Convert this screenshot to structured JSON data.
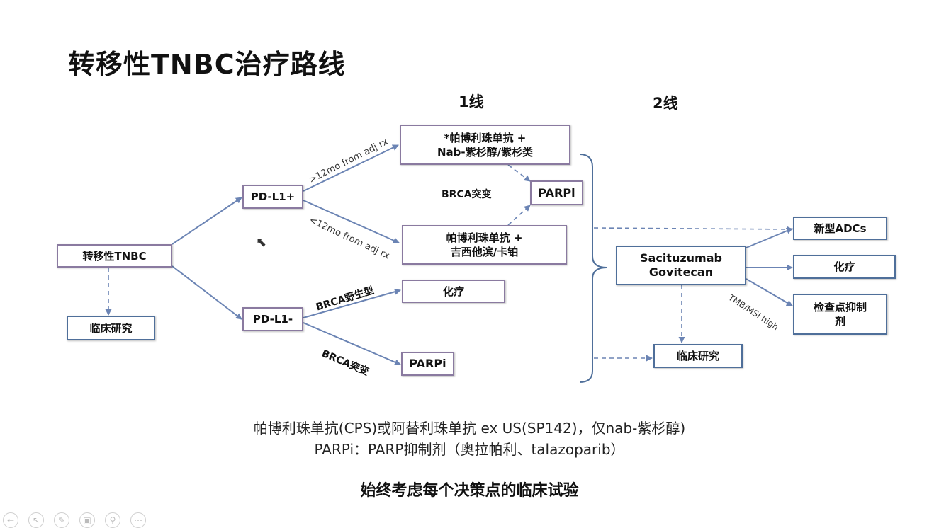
{
  "title": "转移性TNBC治疗路线",
  "columns": {
    "line1": "1线",
    "line2": "2线"
  },
  "nodes": {
    "mtnbc": "转移性TNBC",
    "trial_left": "临床研究",
    "pdl1_pos": "PD-L1+",
    "pdl1_neg": "PD-L1-",
    "pembro_nab": [
      "*帕博利珠单抗 +",
      "Nab-紫杉醇/紫杉类"
    ],
    "parpi_top": "PARPi",
    "pembro_gem": [
      "帕博利珠单抗 +",
      "吉西他滨/卡铂"
    ],
    "chemo_1": "化疗",
    "parpi_bottom": "PARPi",
    "sg": [
      "Sacituzumab",
      "Govitecan"
    ],
    "new_adcs": "新型ADCs",
    "chemo_2": "化疗",
    "checkpoint": [
      "检查点抑制",
      "剂"
    ],
    "trial_right": "临床研究"
  },
  "edge_labels": {
    "gt12": ">12mo from adj rx",
    "lt12": "<12mo from adj rx",
    "brca_mut_top": "BRCA突变",
    "brca_wt": "BRCA野生型",
    "brca_mut_bottom": "BRCA突变",
    "tmb": "TMB/MSI high"
  },
  "notes": {
    "line1": "帕博利珠单抗(CPS)或阿替利珠单抗 ex US(SP142)，仅nab-紫杉醇)",
    "line2": "PARPi：PARP抑制剂（奥拉帕利、talazoparib）",
    "line3": "始终考虑每个决策点的临床试验"
  },
  "colors": {
    "arrow": "#6b84b4",
    "box_border": "#8a7aa0"
  },
  "toolbar_icons": [
    "back-icon",
    "pointer-icon",
    "pen-icon",
    "screen-icon",
    "zoom-icon",
    "more-icon"
  ]
}
